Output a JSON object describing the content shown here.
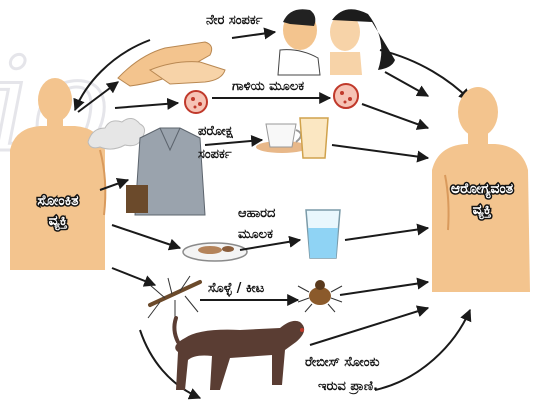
{
  "diagram": {
    "left_person_label": [
      "ಸೋಂಕಿತ",
      "ವ್ಯಕ್ತಿ"
    ],
    "right_person_label": [
      "ಆರೋಗ್ಯವಂತ",
      "ವ್ಯಕ್ತಿ"
    ],
    "route_direct_contact": "ನೇರ ಸಂಪರ್ಕ",
    "route_air": "ಗಾಳಿಯ ಮೂಲಕ",
    "route_indirect_contact": [
      "ಪರೋಕ್ಷ",
      "ಸಂಪರ್ಕ"
    ],
    "route_food": [
      "ಆಹಾರದ",
      "ಮೂಲಕ"
    ],
    "route_mosquito_insect": "ಸೊಳ್ಳೆ / ಕೀಟ",
    "route_rabies_animal": [
      "ರೇಬೀಸ್ ಸೋಂಕು",
      "ಇರುವ ಪ್ರಾಣಿ."
    ],
    "watermark": "io"
  },
  "colors": {
    "skin": "#f3c48e",
    "skin_dark": "#d99a5c",
    "dog": "#5a3d33",
    "germ": "#c0392b",
    "water": "#8fd3f4",
    "arrow": "#1a1a1a"
  }
}
